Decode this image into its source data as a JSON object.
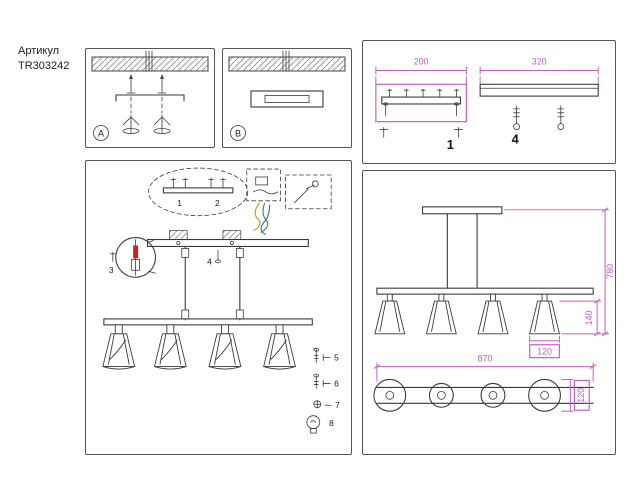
{
  "article": {
    "label": "Артикул",
    "code": "TR303242"
  },
  "panels": {
    "a": "A",
    "b": "B"
  },
  "assembly": {
    "inset_labels": {
      "p1": "1",
      "p2": "2"
    },
    "part3": "3",
    "part4": "4",
    "part5": "5",
    "part6": "6",
    "part7": "7",
    "part8": "8"
  },
  "parts_panel": {
    "dim_200": "200",
    "dim_320": "320",
    "part1_qty": "1",
    "part4_qty": "4"
  },
  "dimensions_panel": {
    "height": "780",
    "shade_height": "140",
    "shade_width": "120",
    "bar_length": "870",
    "end_diameter": "120"
  },
  "colors": {
    "line": "#3a3a3a",
    "dimension": "#c45ec4",
    "red_detail": "#cc2222",
    "wire_yellow": "#b79b00",
    "wire_green": "#2f8f3f",
    "wire_blue": "#3a5fc0"
  }
}
